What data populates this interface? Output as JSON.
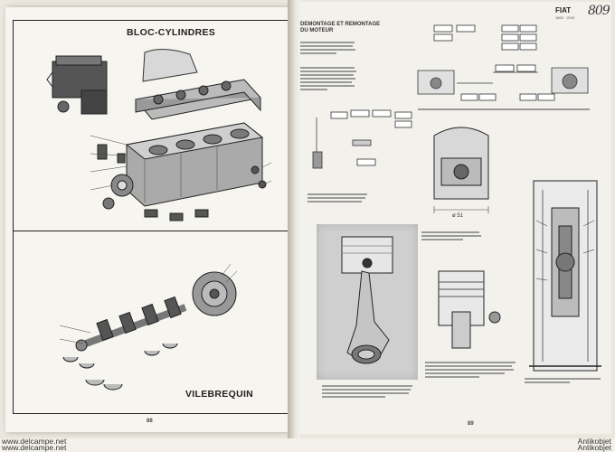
{
  "left_page": {
    "title_top": "BLOC-CYLINDRES",
    "title_bottom": "VILEBREQUIN",
    "page_number": "88"
  },
  "right_page": {
    "running_head": "FIAT",
    "running_sub": "1800 · 2100",
    "handwritten_mark": "809",
    "section_heading_1": "DEMONTAGE ET REMONTAGE",
    "section_heading_2": "DU MOTEUR",
    "dimension_label": "ø 51",
    "page_number": "89"
  },
  "footer": {
    "left_line_1": "www.delcampe.net",
    "left_line_2": "www.delcampe.net",
    "right_line_1": "Antikobjet",
    "right_line_2": "Antikobjet"
  }
}
